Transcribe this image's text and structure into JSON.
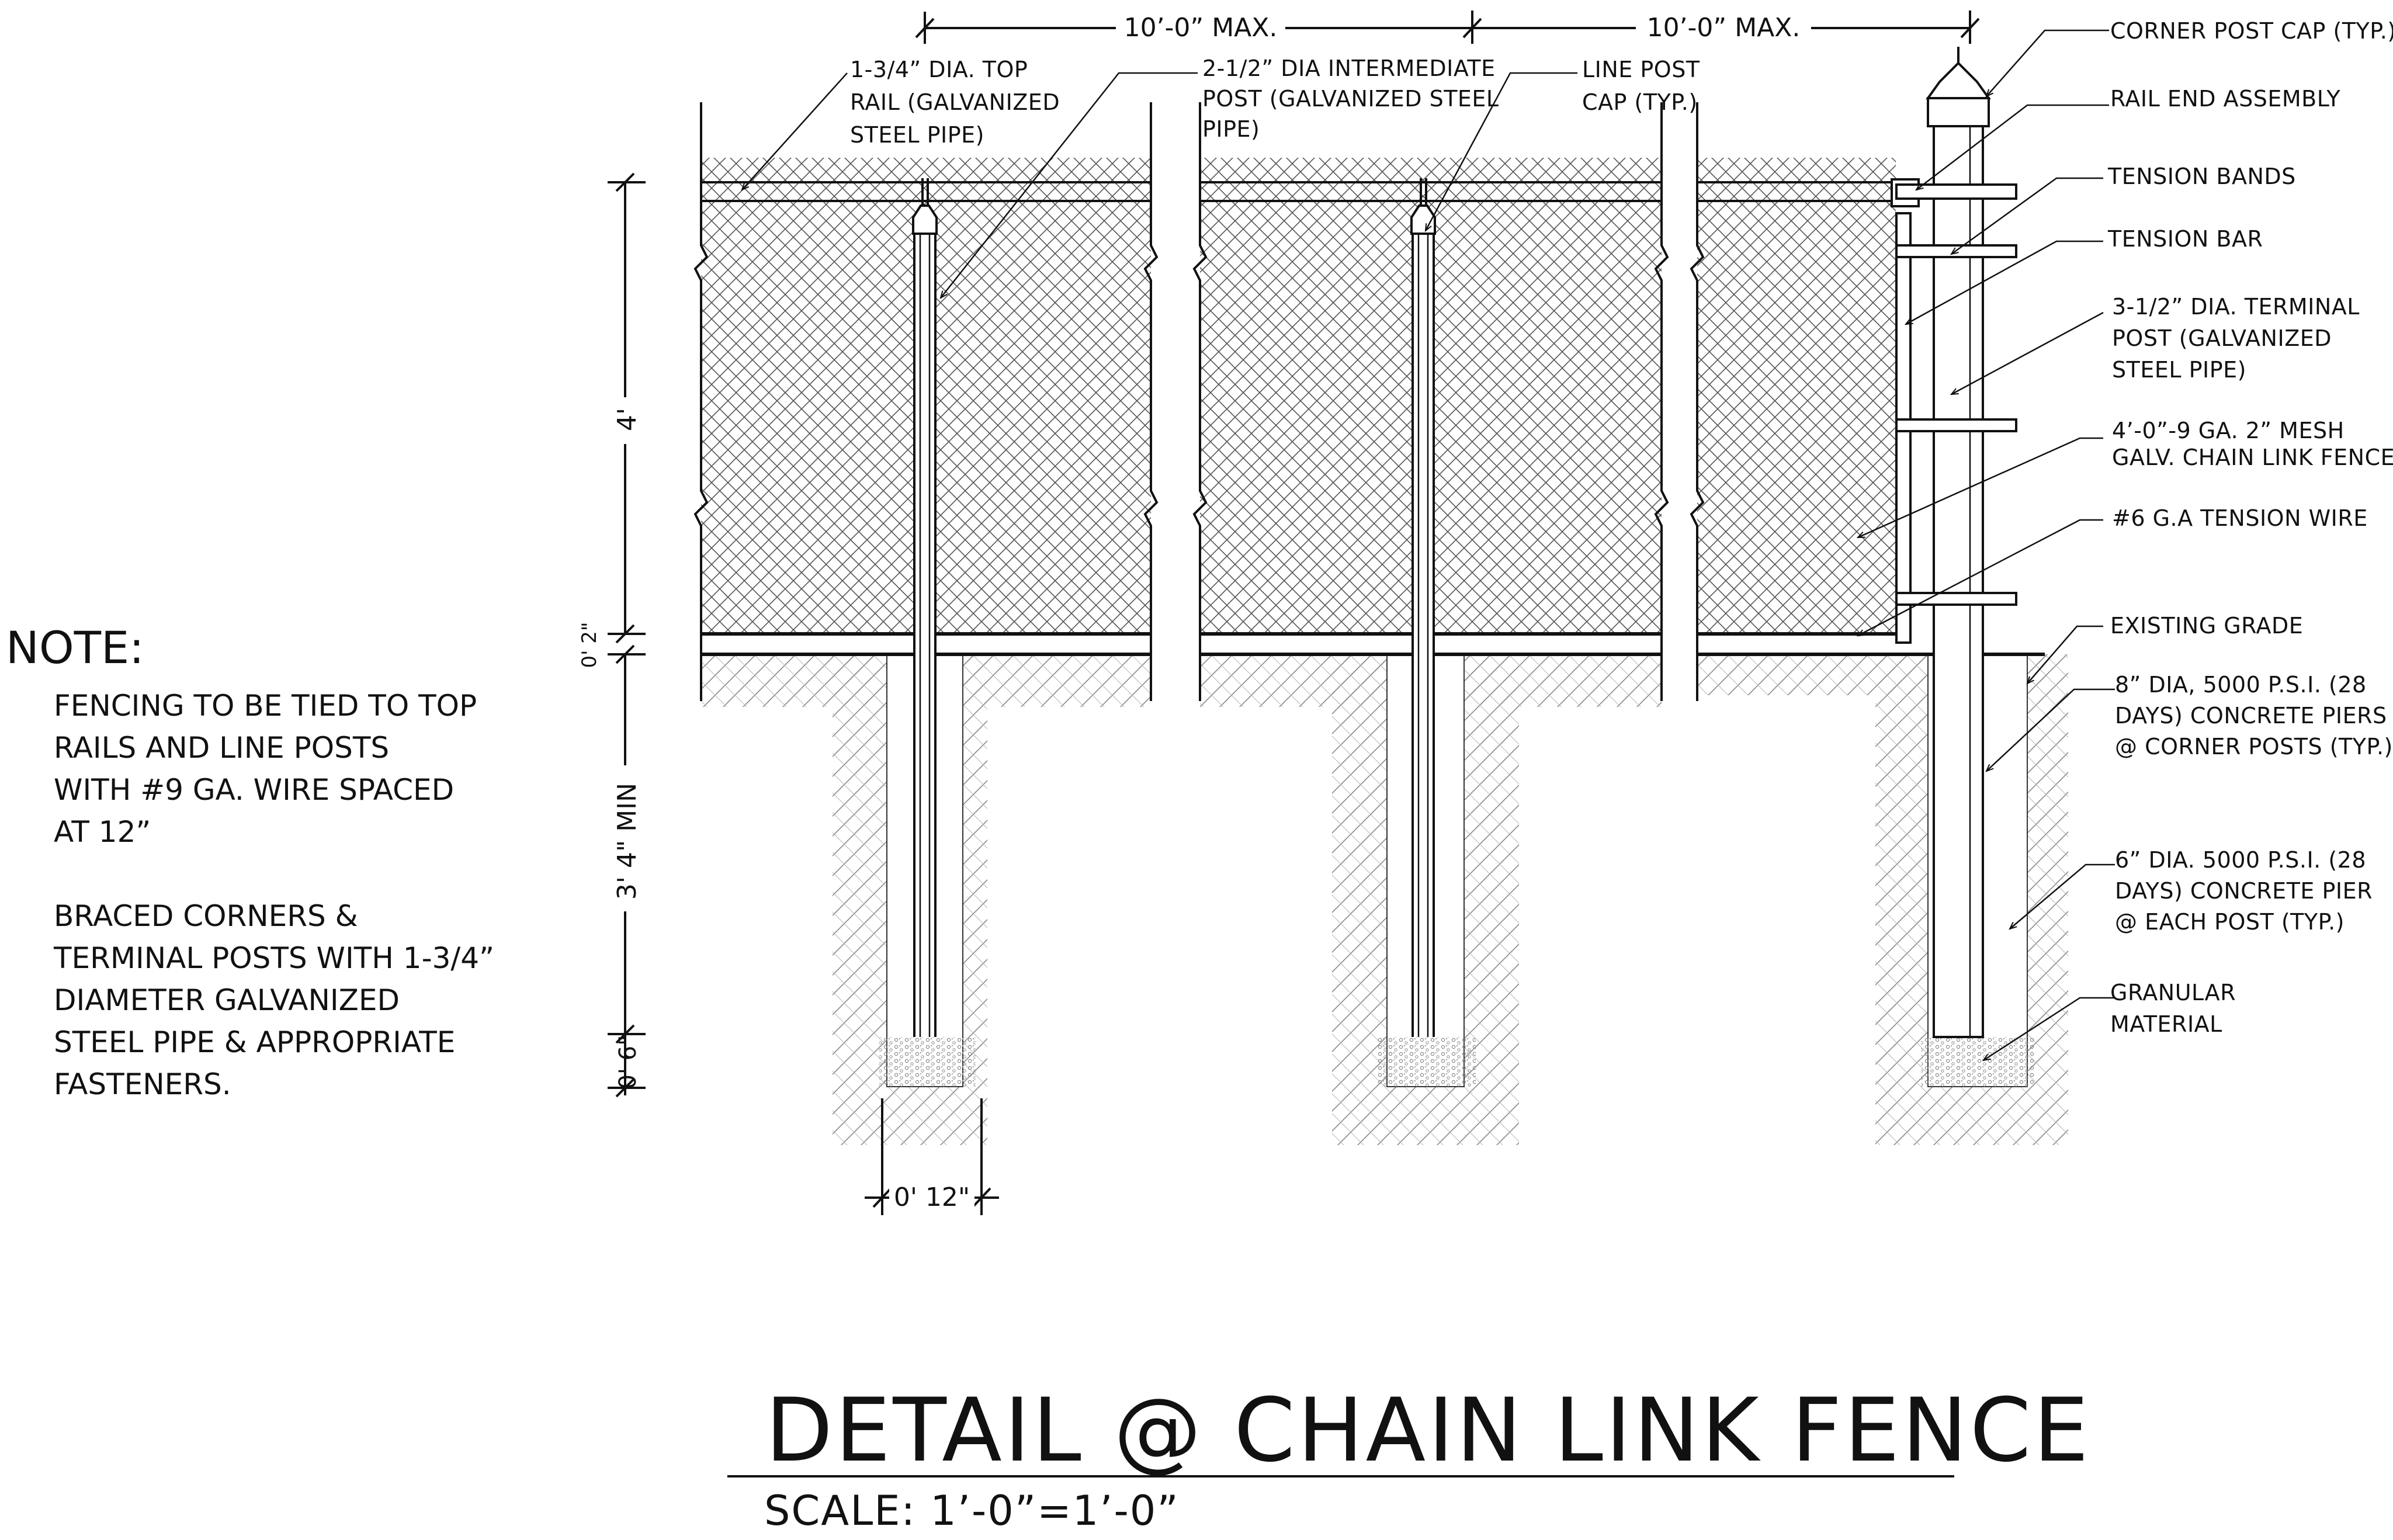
{
  "title": "DETAIL @ CHAIN LINK FENCE",
  "scale": "SCALE: 1’-0”=1’-0”",
  "note": {
    "heading": "NOTE:",
    "paragraph1": [
      "FENCING TO BE TIED TO TOP",
      "RAILS AND LINE POSTS",
      "WITH #9 GA. WIRE SPACED",
      "AT 12”"
    ],
    "paragraph2": [
      "BRACED CORNERS &",
      "TERMINAL POSTS WITH 1-3/4”",
      "DIAMETER GALVANIZED",
      "STEEL PIPE & APPROPRIATE",
      "FASTENERS."
    ]
  },
  "dimensions": {
    "span_left": "10’-0” MAX.",
    "span_right": "10’-0” MAX.",
    "fence_height": "4'",
    "ground_clearance": "0' 2\"",
    "embed_depth": "3' 4\" MIN",
    "gravel_depth": "0' 6\"",
    "pier_width": "0' 12\""
  },
  "callouts": {
    "top_rail": [
      "1-3/4” DIA. TOP",
      "RAIL (GALVANIZED",
      "STEEL PIPE)"
    ],
    "intermediate_post": [
      "2-1/2” DIA INTERMEDIATE",
      "POST (GALVANIZED STEEL",
      "PIPE)"
    ],
    "line_post_cap": [
      "LINE POST",
      "CAP (TYP.)"
    ],
    "corner_post_cap": [
      "CORNER POST CAP (TYP.)"
    ],
    "rail_end": [
      "RAIL END ASSEMBLY"
    ],
    "tension_bands": [
      "TENSION BANDS"
    ],
    "tension_bar": [
      "TENSION BAR"
    ],
    "terminal_post": [
      "3-1/2” DIA. TERMINAL",
      "POST (GALVANIZED",
      "STEEL PIPE)"
    ],
    "mesh": [
      "4’-0”-9 GA. 2” MESH",
      "GALV. CHAIN LINK FENCE"
    ],
    "tension_wire": [
      "#6 G.A TENSION WIRE"
    ],
    "grade": [
      "EXISTING GRADE"
    ],
    "corner_pier": [
      "8” DIA, 5000 P.S.I. (28",
      "DAYS) CONCRETE PIERS",
      "@ CORNER POSTS (TYP.)"
    ],
    "post_pier": [
      "6” DIA. 5000 P.S.I. (28",
      "DAYS) CONCRETE PIER",
      "@ EACH POST (TYP.)"
    ],
    "granular": [
      "GRANULAR",
      "MATERIAL"
    ]
  }
}
